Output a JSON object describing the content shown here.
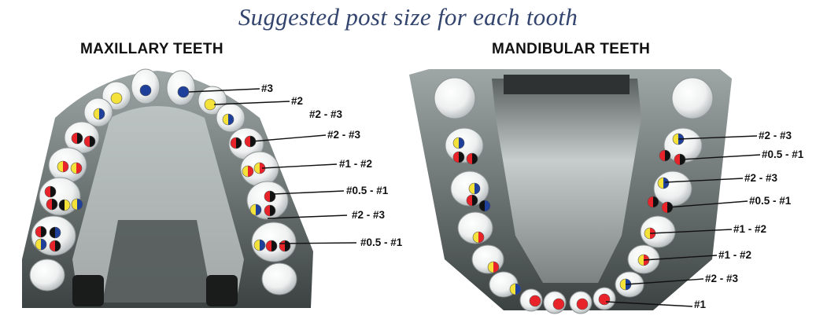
{
  "title": "Suggested post size for each tooth",
  "maxillary": {
    "heading": "MAXILLARY TEETH",
    "labels": [
      "#3",
      "#2",
      "#2 - #3",
      "#2 - #3",
      "#1 - #2",
      "#0.5 - #1",
      "#2 - #3",
      "#0.5 - #1"
    ]
  },
  "mandibular": {
    "heading": "MANDIBULAR TEETH",
    "labels": [
      "#2 - #3",
      "#0.5 - #1",
      "#2 - #3",
      "#0.5 - #1",
      "#1 - #2",
      "#1 - #2",
      "#2 - #3",
      "#1"
    ]
  },
  "colors": {
    "blue": "#1e3f9a",
    "yellow": "#f4e23a",
    "red": "#e8242a",
    "black": "#111111",
    "title": "#33456e"
  }
}
